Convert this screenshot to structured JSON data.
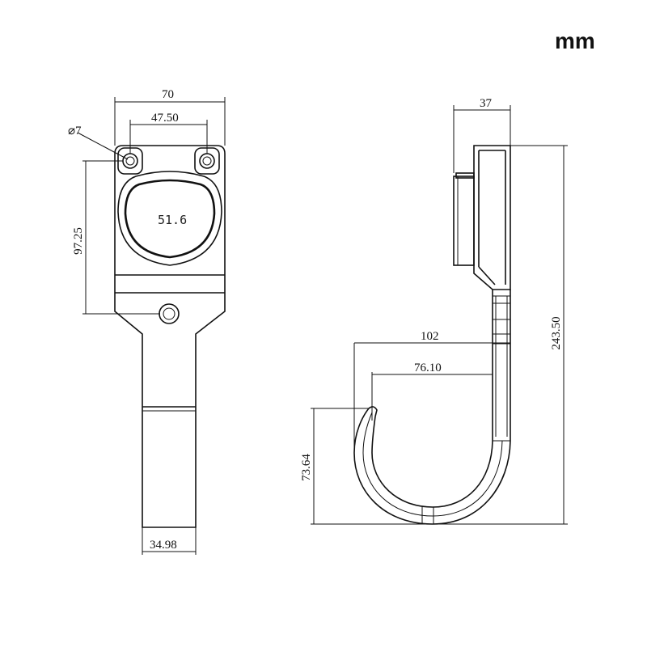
{
  "unit_label": "mm",
  "front_view": {
    "width_label": "70",
    "hole_spacing_label": "47.50",
    "hole_diameter_label": "⌀7",
    "height_label": "97.25",
    "opening_label": "51.6",
    "stem_width_label": "34.98"
  },
  "side_view": {
    "depth_label": "37",
    "total_height_label": "243.50",
    "outer_reach_label": "102",
    "inner_reach_label": "76.10",
    "hook_height_label": "73.64"
  }
}
